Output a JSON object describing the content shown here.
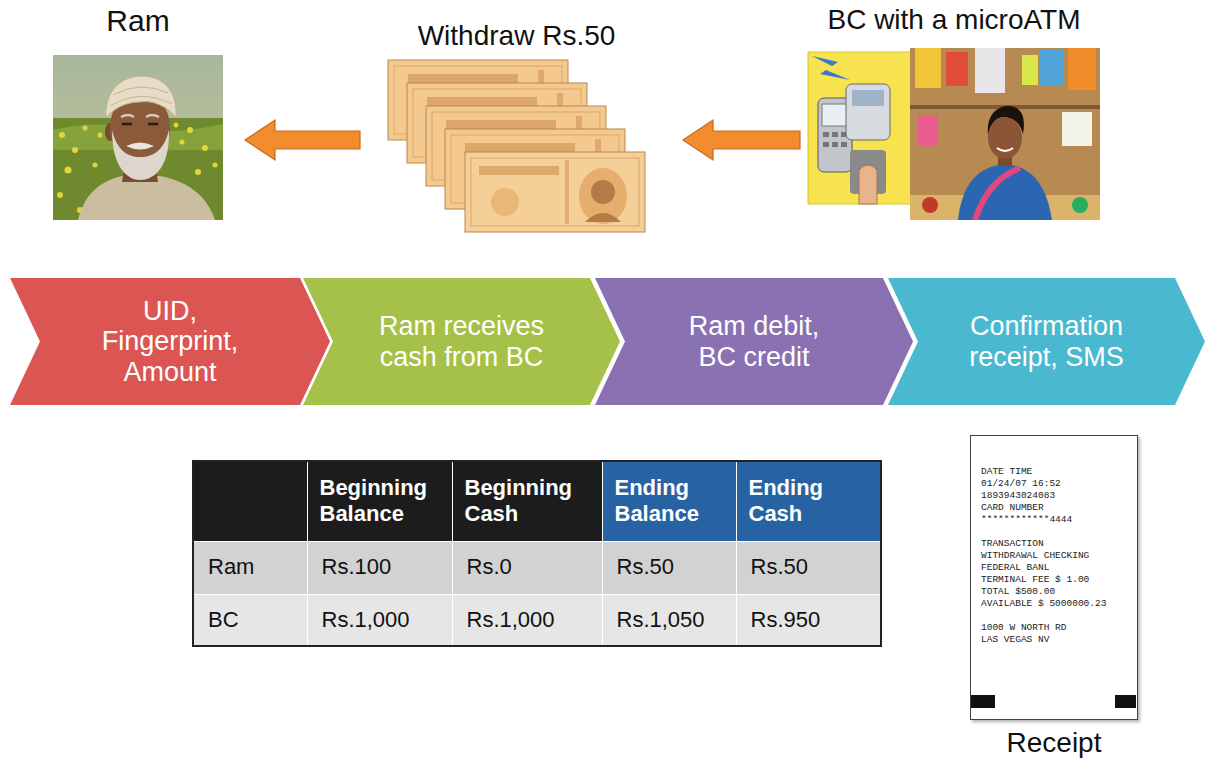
{
  "diagram": {
    "nodes": [
      {
        "text": [
          "Ram"
        ]
      },
      {
        "text": [
          "Withdraw Rs.50"
        ]
      },
      {
        "text": [
          "BC with a microATM"
        ]
      },
      {
        "text": [
          "UID, Fingerprint, Amount"
        ]
      },
      {
        "text": [
          "Ram receives cash from BC"
        ]
      },
      {
        "text": [
          "Ram debit, BC credit"
        ]
      },
      {
        "text": [
          "Confirmation receipt, SMS"
        ]
      },
      {
        "text": [
          "DATE TIME",
          "01/24/07 16:52",
          "1893943024083",
          "CARD NUMBER",
          "************4444",
          "TRANSACTION",
          "WITHDRAWAL CHECKING",
          "FEDERAL BANL",
          "TERMINAL FEE $ 1.00",
          "TOTAL $500.00",
          "AVAILABLE $ 5000000.23",
          "1000 W NORTH RD",
          "LAS VEGAS NV",
          "Receipt"
        ]
      }
    ],
    "edges": [
      {
        "from": 1,
        "to": 0,
        "arrow": "to"
      },
      {
        "from": 2,
        "to": 1,
        "arrow": "to"
      }
    ],
    "labels": [
      "Beginning Balance",
      "Beginning Cash",
      "Ending Balance",
      "Ending Cash",
      "Ram",
      "Rs.100",
      "Rs.0",
      "Rs.50",
      "Rs.50",
      "BC",
      "Rs.1,000",
      "Rs.1,000",
      "Rs.1,050",
      "Rs.950"
    ]
  }
}
